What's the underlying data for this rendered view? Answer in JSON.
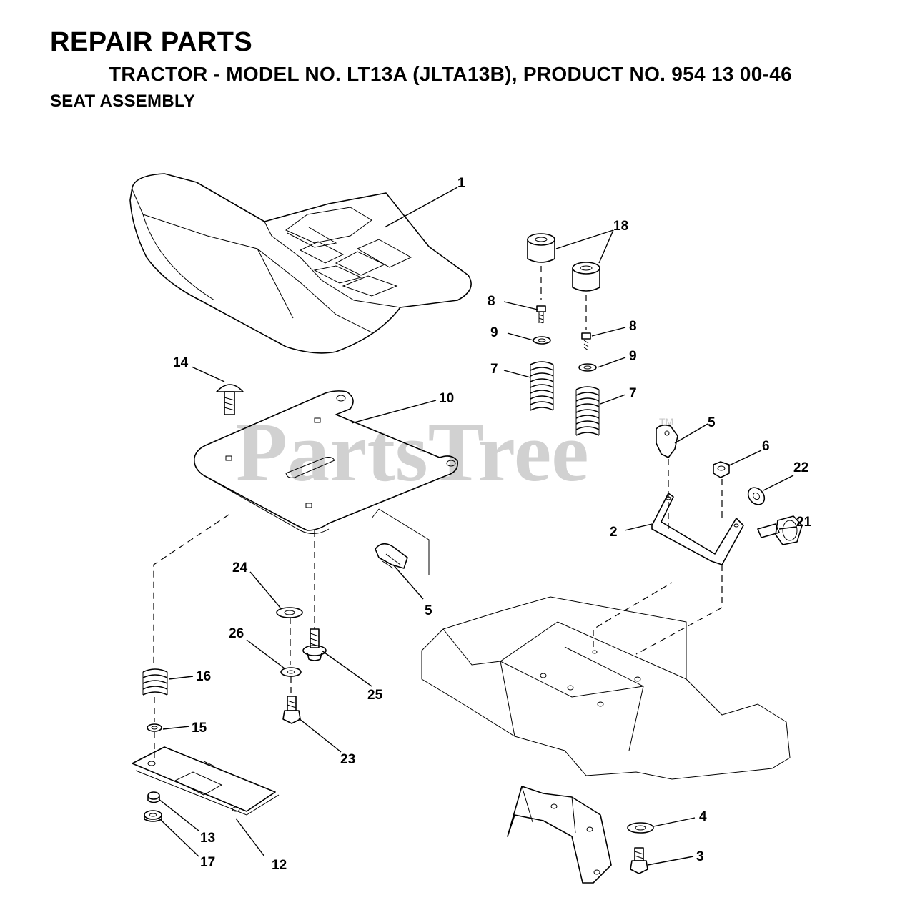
{
  "header": {
    "title": "REPAIR PARTS",
    "subtitle": "TRACTOR - MODEL NO. LT13A (JLTA13B), PRODUCT NO. 954 13 00-46",
    "section": "SEAT ASSEMBLY"
  },
  "watermark": {
    "text": "PartsTree",
    "mark": "TM"
  },
  "callouts": {
    "c1": "1",
    "c18": "18",
    "c8a": "8",
    "c8b": "8",
    "c9a": "9",
    "c9b": "9",
    "c7a": "7",
    "c7b": "7",
    "c14": "14",
    "c10": "10",
    "c5a": "5",
    "c5b": "5",
    "c6": "6",
    "c22": "22",
    "c2": "2",
    "c21": "21",
    "c24": "24",
    "c26": "26",
    "c25": "25",
    "c16": "16",
    "c15": "15",
    "c23": "23",
    "c13": "13",
    "c17": "17",
    "c12": "12",
    "c4": "4",
    "c3": "3"
  }
}
